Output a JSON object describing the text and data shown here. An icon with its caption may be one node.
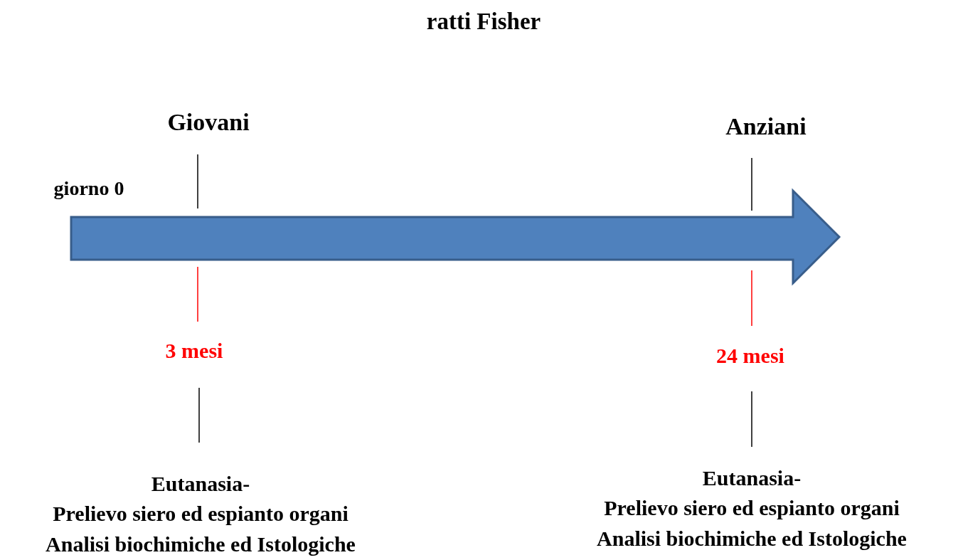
{
  "diagram": {
    "title": "ratti Fisher",
    "labels": [
      "Giovani",
      "Anziani",
      "giorno 0",
      "3 mesi",
      "24 mesi",
      "Eutanasia-",
      "Eutanasia-",
      "Prelievo siero ed espianto organi",
      "Prelievo siero ed espianto organi",
      "Analisi biochimiche ed Istologiche",
      "Analisi biochimiche ed Istologiche"
    ]
  }
}
